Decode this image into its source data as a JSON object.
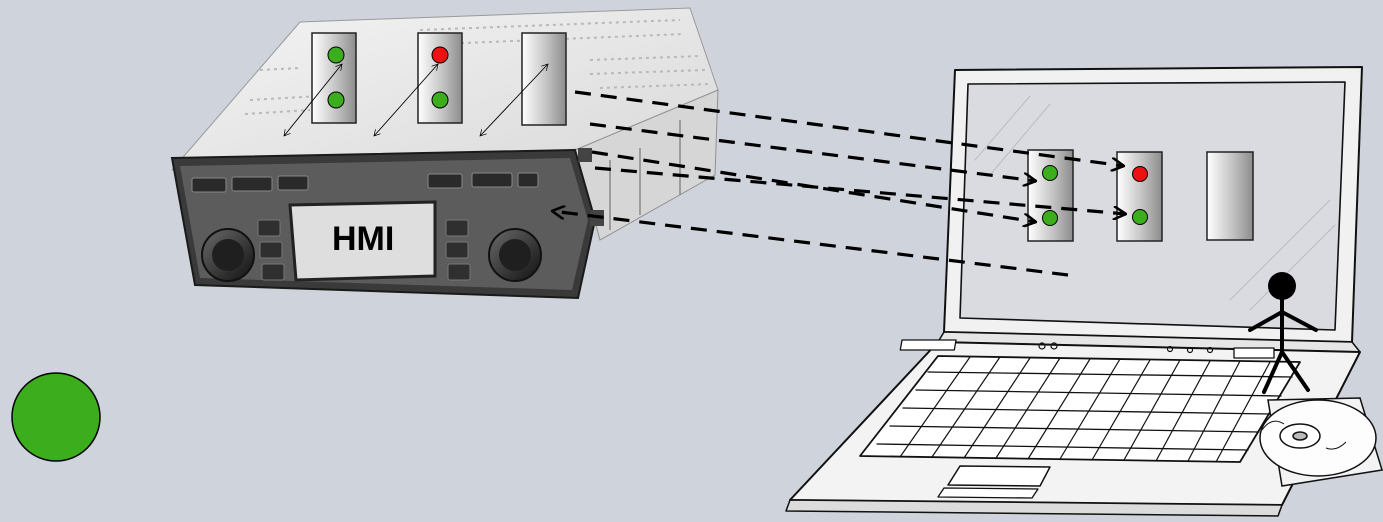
{
  "radio": {
    "screen_label": "HMI"
  },
  "colors": {
    "background": "#cfd3db",
    "indicator_green": "#3cae1e",
    "indicator_red": "#ee1111",
    "big_dot": "#3cae1e",
    "panel_gradient_light": "#ffffff",
    "panel_gradient_dark": "#8c8c8c",
    "arrows": "#000000"
  },
  "radio_modules": [
    {
      "top": "green",
      "bottom": "green"
    },
    {
      "top": "red",
      "bottom": "green"
    },
    {
      "top": "none",
      "bottom": "none"
    }
  ],
  "laptop_modules": [
    {
      "top": "green",
      "bottom": "green"
    },
    {
      "top": "red",
      "bottom": "green"
    },
    {
      "top": "none",
      "bottom": "none"
    }
  ],
  "icons": [
    "car-radio-icon",
    "laptop-icon",
    "stick-figure-icon",
    "cd-disc-icon",
    "status-dot-icon"
  ]
}
